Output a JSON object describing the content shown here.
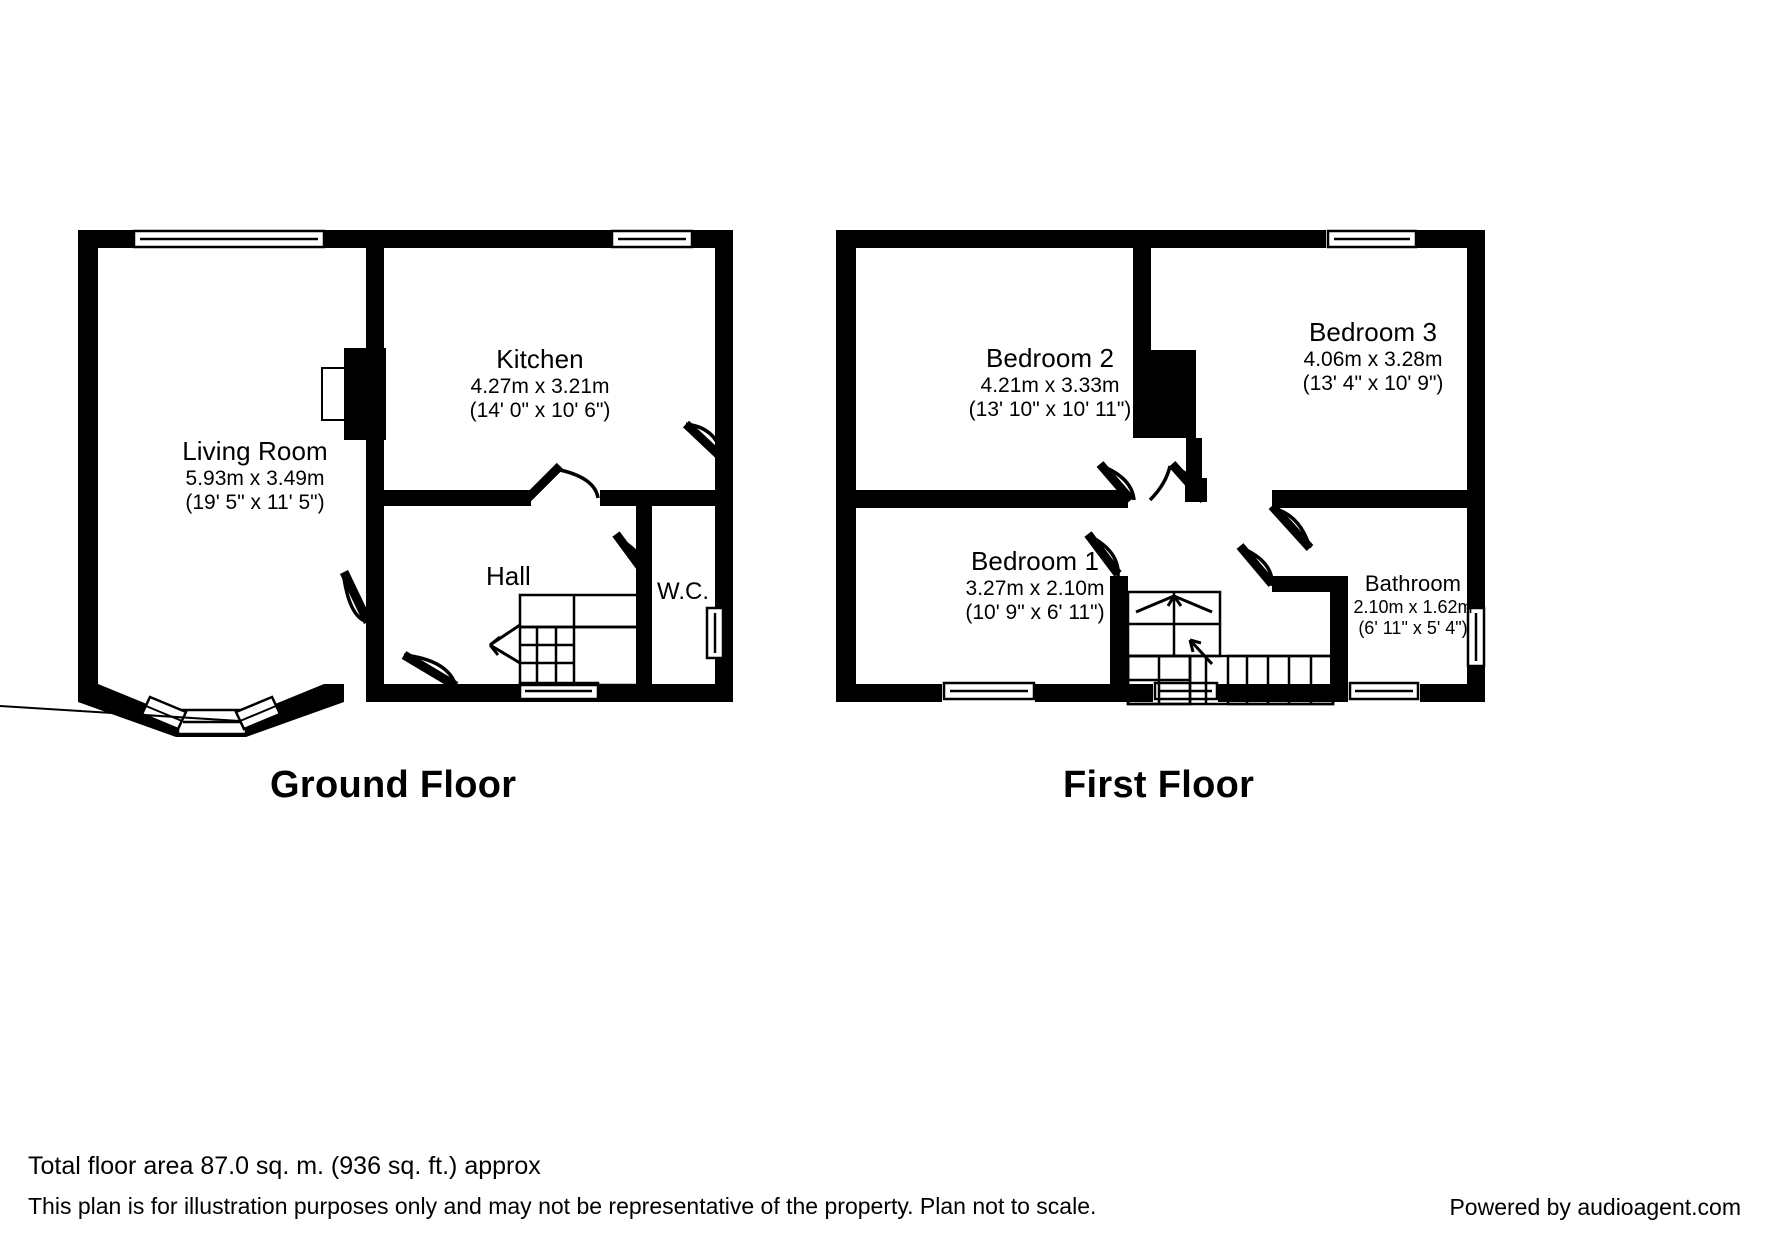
{
  "document": {
    "type": "floor-plan",
    "total_area": "Total floor area 87.0 sq. m. (936 sq. ft.) approx",
    "disclaimer": "This plan is for illustration purposes only and may not be representative of the property. Plan not to scale.",
    "powered_by": "Powered by audioagent.com",
    "colors": {
      "wall": "#000000",
      "background": "#ffffff",
      "text": "#000000",
      "window_fill": "#ffffff"
    }
  },
  "floors": [
    {
      "id": "ground-floor",
      "title": "Ground Floor",
      "rooms": [
        {
          "id": "living-room",
          "name": "Living Room",
          "dim_metric": "5.93m x 3.49m",
          "dim_imperial": "(19' 5\" x 11' 5\")"
        },
        {
          "id": "kitchen",
          "name": "Kitchen",
          "dim_metric": "4.27m x 3.21m",
          "dim_imperial": "(14' 0\" x 10' 6\")"
        },
        {
          "id": "hall",
          "name": "Hall",
          "dim_metric": "",
          "dim_imperial": ""
        },
        {
          "id": "wc",
          "name": "W.C.",
          "dim_metric": "",
          "dim_imperial": ""
        }
      ]
    },
    {
      "id": "first-floor",
      "title": "First Floor",
      "rooms": [
        {
          "id": "bedroom-2",
          "name": "Bedroom 2",
          "dim_metric": "4.21m x 3.33m",
          "dim_imperial": "(13' 10\" x 10' 11\")"
        },
        {
          "id": "bedroom-3",
          "name": "Bedroom 3",
          "dim_metric": "4.06m x 3.28m",
          "dim_imperial": "(13' 4\" x 10' 9\")"
        },
        {
          "id": "bedroom-1",
          "name": "Bedroom 1",
          "dim_metric": "3.27m x 2.10m",
          "dim_imperial": "(10' 9\" x 6' 11\")"
        },
        {
          "id": "bathroom",
          "name": "Bathroom",
          "dim_metric": "2.10m x 1.62m",
          "dim_imperial": "(6' 11\" x 5' 4\")"
        }
      ]
    }
  ]
}
